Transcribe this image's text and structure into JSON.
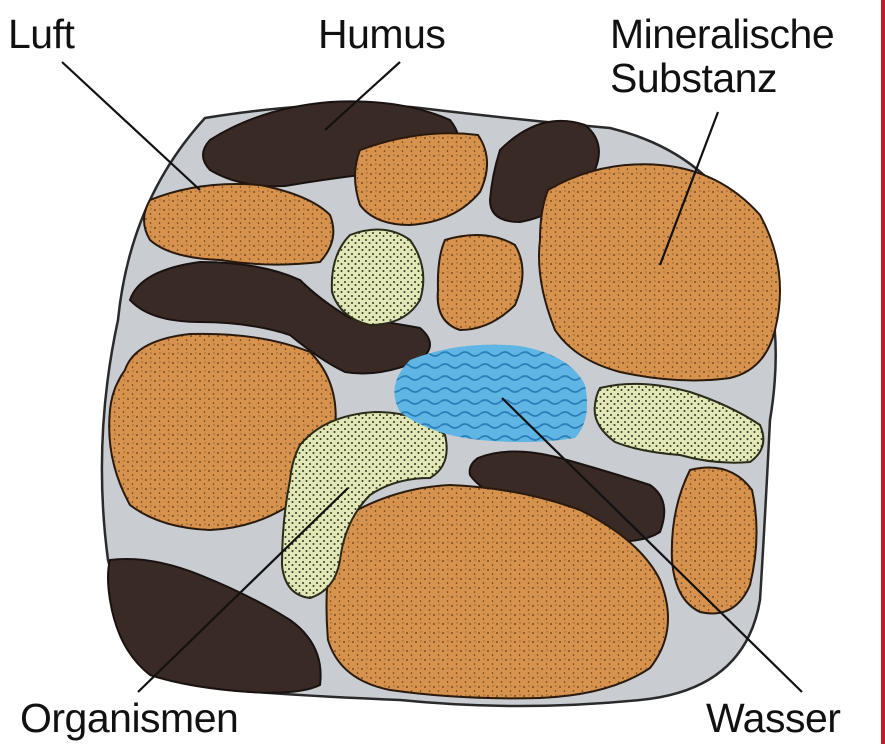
{
  "labels": {
    "luft": "Luft",
    "humus": "Humus",
    "mineral_line1": "Mineralische",
    "mineral_line2": "Substanz",
    "organismen": "Organismen",
    "wasser": "Wasser"
  },
  "colors": {
    "air": "#c9ccd0",
    "air_edge": "#2a2a2a",
    "humus": "#3a2a26",
    "mineral": "#d7934e",
    "organisms": "#e3e6b6",
    "water": "#5fb5e3",
    "water_waves": "#2a7db9",
    "edge_bar": "#c01f2a"
  }
}
